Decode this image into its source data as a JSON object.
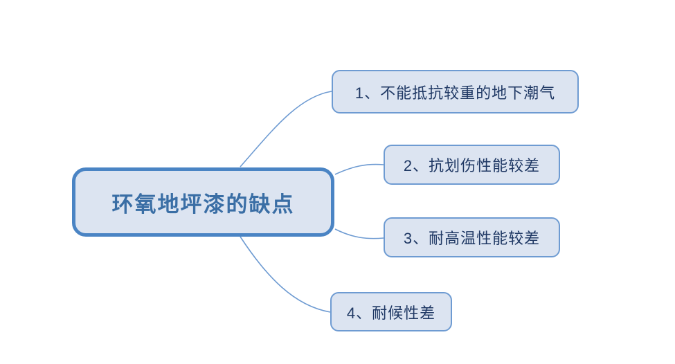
{
  "diagram": {
    "type": "mind-map",
    "background_color": "#ffffff",
    "root": {
      "id": "root",
      "label": "环氧地坪漆的缺点",
      "fill_color": "#dce4f1",
      "border_color": "#4a84c4",
      "text_color": "#3a6ea5"
    },
    "branches": [
      {
        "id": "b1",
        "index": "1",
        "label": "1、不能抵抗较重的地下潮气",
        "fill_color": "#dce4f1",
        "border_color": "#6e9bd2",
        "text_color": "#1f3864"
      },
      {
        "id": "b2",
        "index": "2",
        "label": "2、抗划伤性能较差",
        "fill_color": "#dce4f1",
        "border_color": "#6e9bd2",
        "text_color": "#1f3864"
      },
      {
        "id": "b3",
        "index": "3",
        "label": "3、耐高温性能较差",
        "fill_color": "#dce4f1",
        "border_color": "#6e9bd2",
        "text_color": "#1f3864"
      },
      {
        "id": "b4",
        "index": "4",
        "label": "4、耐候性差",
        "fill_color": "#dce4f1",
        "border_color": "#6e9bd2",
        "text_color": "#1f3864"
      }
    ],
    "connector_color": "#6e9bd2"
  }
}
